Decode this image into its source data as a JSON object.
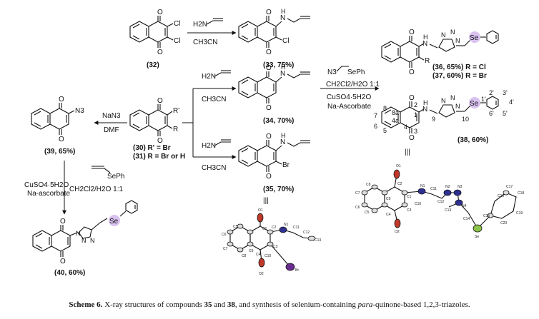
{
  "compounds": {
    "c32": "(32)",
    "c33": "(33, 75%)",
    "c34": "(34, 70%)",
    "c35": "(35, 70%)",
    "c30": "(30) R' = Br",
    "c31": "(31) R = Br or H",
    "c39": "(39, 65%)",
    "c40": "(40, 60%)",
    "c36": "(36, 65%) R = Cl",
    "c37": "(37, 60%) R = Br",
    "c38": "(38, 60%)"
  },
  "atoms": {
    "O": "O",
    "N": "N",
    "H": "H",
    "Cl": "Cl",
    "Br": "Br",
    "Se": "Se",
    "R": "R",
    "Rp": "R'",
    "N3": "N3",
    "SePh": "SePh"
  },
  "reagents": {
    "propargylamine": "H2N",
    "solvent1": "CH3CN",
    "nan3": "NaN3",
    "dmf": "DMF",
    "azide": "N3",
    "sephenyl": "SePh",
    "click_solvent": "CH2Cl2/H2O 1:1",
    "cuso4": "CuSO4·5H2O",
    "ascorbate": "Na-Ascorbate",
    "cuso4_b": "CuSO4·5H2O",
    "ascorbate_b": "Na-ascorbate",
    "click_solvent_b": "CH2Cl2/H2O 1:1"
  },
  "numbering": [
    "1",
    "2",
    "3",
    "4",
    "4a",
    "5",
    "6",
    "7",
    "8",
    "8a",
    "9",
    "10",
    "1'",
    "2'",
    "3'",
    "4'",
    "5'",
    "6'"
  ],
  "xray": {
    "label": "|||",
    "atoms35": [
      "O1",
      "C1",
      "C2",
      "C3",
      "C4",
      "C5",
      "C6",
      "C7",
      "C8",
      "C9",
      "C10",
      "N1",
      "C11",
      "C12",
      "C13",
      "O2",
      "Br"
    ],
    "atoms38": [
      "O1",
      "N1",
      "N2",
      "N3",
      "N4",
      "C1",
      "C2",
      "C3",
      "C4",
      "C5",
      "C6",
      "C7",
      "C8",
      "C9",
      "C10",
      "C11",
      "C12",
      "C13",
      "C14",
      "C15",
      "C16",
      "C17",
      "C18",
      "C19",
      "C20",
      "O2",
      "Se"
    ]
  },
  "caption": {
    "bold": "Scheme 6.",
    "text1": " X-ray structures of compounds ",
    "n35": "35",
    "and": " and ",
    "n38": "38",
    "text2": ", and synthesis of selenium-containing ",
    "italic": "para",
    "text3": "-quinone-based 1,2,3-triazoles."
  }
}
